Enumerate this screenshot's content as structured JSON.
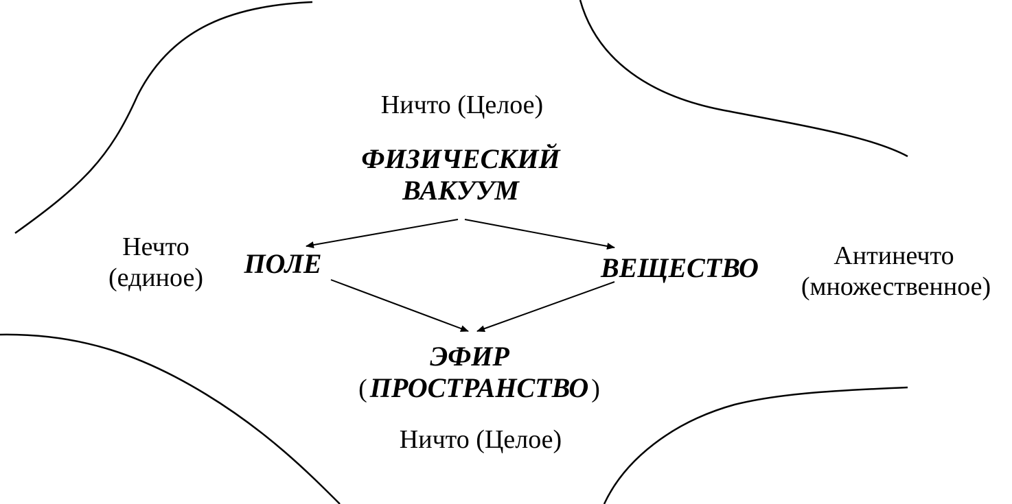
{
  "top_label": "Ничто (Целое)",
  "bottom_label": "Ничто (Целое)",
  "left_label": {
    "line1": "Нечто",
    "line2": "(единое)"
  },
  "right_label": {
    "line1": "Антинечто",
    "line2": "(множественное)"
  },
  "nodes": {
    "vacuum": {
      "line1": "ФИЗИЧЕСКИЙ",
      "line2": "ВАКУУМ"
    },
    "field": "ПОЛЕ",
    "matter": "ВЕЩЕСТВО",
    "ether": {
      "line1": "ЭФИР",
      "line2_open": "(",
      "line2_word": "ПРОСТРАНСТВО",
      "line2_close": ")"
    }
  },
  "edges": [
    {
      "from": "ФИЗИЧЕСКИЙ ВАКУУМ",
      "to": "ПОЛЕ"
    },
    {
      "from": "ФИЗИЧЕСКИЙ ВАКУУМ",
      "to": "ВЕЩЕСТВО"
    },
    {
      "from": "ПОЛЕ",
      "to": "ЭФИР"
    },
    {
      "from": "ВЕЩЕСТВО",
      "to": "ЭФИР"
    }
  ],
  "colors": {
    "ink": "#000000",
    "background": "#ffffff"
  }
}
